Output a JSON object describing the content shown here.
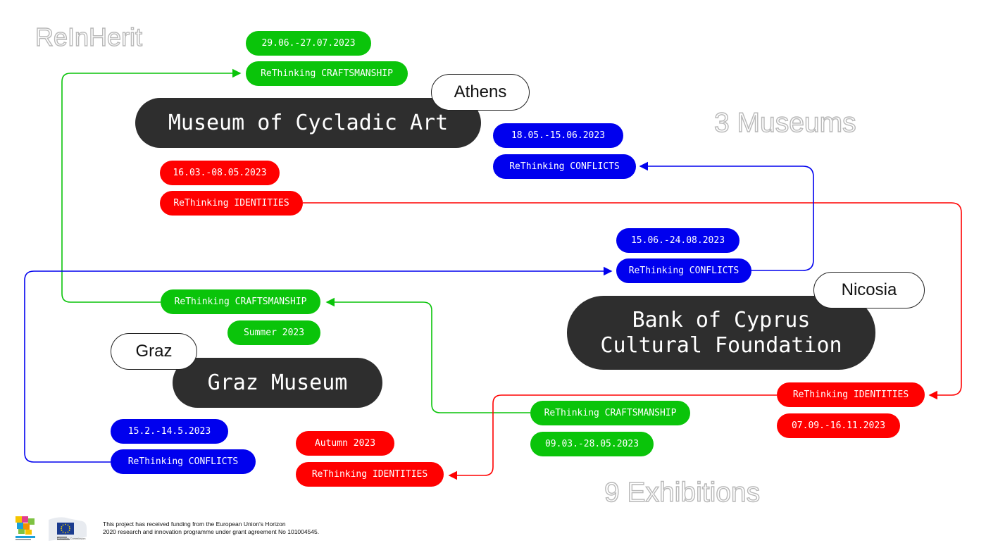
{
  "brand": {
    "logo_text": "ReInHerit"
  },
  "headings": {
    "museums": "3 Museums",
    "exhibitions": "9 Exhibitions"
  },
  "colors": {
    "craftsmanship": "#0ac40a",
    "identities": "#ff0000",
    "conflicts": "#0000ee",
    "museum_box": "#2e2e2e"
  },
  "museums": {
    "athens": {
      "name": "Museum of Cycladic Art",
      "city": "Athens"
    },
    "nicosia": {
      "name_line1": "Bank of Cyprus",
      "name_line2": "Cultural Foundation",
      "city": "Nicosia"
    },
    "graz": {
      "name": "Graz Museum",
      "city": "Graz"
    }
  },
  "exhibitions": {
    "athens_craft": {
      "label": "ReThinking CRAFTSMANSHIP",
      "date": "29.06.-27.07.2023"
    },
    "athens_identities": {
      "label": "ReThinking IDENTITIES",
      "date": "16.03.-08.05.2023"
    },
    "athens_conflicts": {
      "label": "ReThinking CONFLICTS",
      "date": "18.05.-15.06.2023"
    },
    "nicosia_conflicts": {
      "label": "ReThinking CONFLICTS",
      "date": "15.06.-24.08.2023"
    },
    "nicosia_identities": {
      "label": "ReThinking IDENTITIES",
      "date": "07.09.-16.11.2023"
    },
    "nicosia_craft": {
      "label": "ReThinking CRAFTSMANSHIP",
      "date": "09.03.-28.05.2023"
    },
    "graz_craft": {
      "label": "ReThinking CRAFTSMANSHIP",
      "date": "Summer 2023"
    },
    "graz_conflicts": {
      "label": "ReThinking CONFLICTS",
      "date": "15.2.-14.5.2023"
    },
    "graz_identities": {
      "label": "ReThinking IDENTITIES",
      "date": "Autumn 2023"
    }
  },
  "footer": {
    "text": "This project has received funding from the European Union's Horizon\n2020 research and innovation programme under grant agreement No 101004545.",
    "project_logo_icon": "reinherit-logo-icon",
    "eu_logo_icon": "eu-flag-icon",
    "eu_logo_caption": "European Commission"
  }
}
